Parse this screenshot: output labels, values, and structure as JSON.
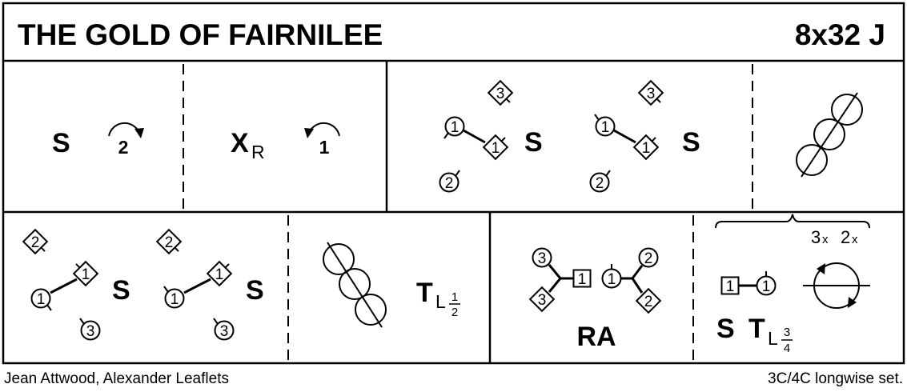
{
  "dance": {
    "title": "THE GOLD OF FAIRNILEE",
    "formation": "8x32 J"
  },
  "bars_1_8": {
    "setting_1": "S",
    "turn_2_label": "2",
    "cross_letter": "X",
    "cross_subscript": "R",
    "turn_1_label": "1"
  },
  "bars_9_16": {
    "setting_a": "S",
    "setting_b": "S",
    "dancer_1": "1",
    "dancer_2": "2",
    "dancer_3": "3"
  },
  "bars_17_24": {
    "setting_a": "S",
    "setting_b": "S",
    "turn_letter": "T",
    "turn_subscript": "L",
    "turn_num": "1",
    "turn_den": "2"
  },
  "bars_25_32": {
    "rights_and_lefts": "RA",
    "setting": "S",
    "turn_letter": "T",
    "turn_subscript": "L",
    "turn_num": "3",
    "turn_den": "4",
    "repeat_a": "3",
    "repeat_a_suffix": "x",
    "repeat_b": "2",
    "repeat_b_suffix": "x"
  },
  "footer": {
    "devisers": "Jean Attwood, Alexander Leaflets",
    "set": "3C/4C longwise set."
  }
}
